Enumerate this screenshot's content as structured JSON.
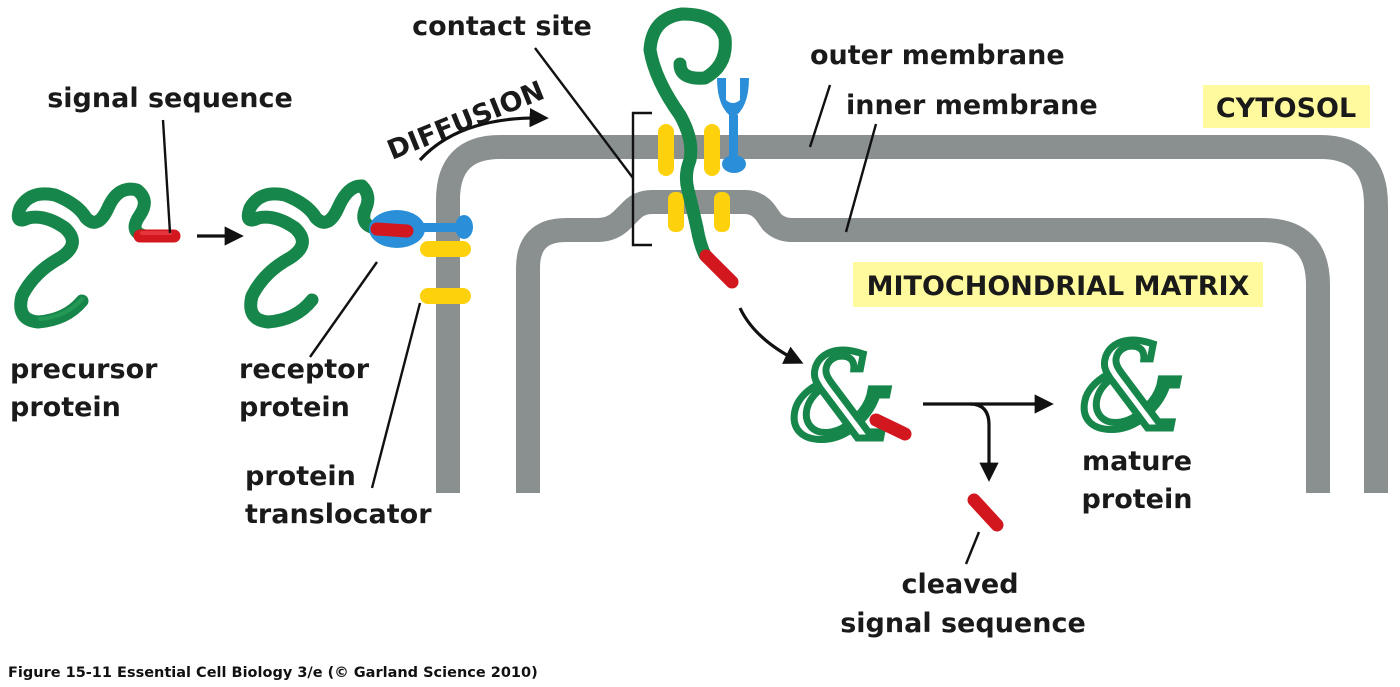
{
  "figure": {
    "caption": "Figure 15-11  Essential Cell Biology 3/e (© Garland Science 2010)"
  },
  "labels": {
    "signal_sequence": "signal sequence",
    "precursor_protein_line1": "precursor",
    "precursor_protein_line2": "protein",
    "receptor_protein_line1": "receptor",
    "receptor_protein_line2": "protein",
    "protein_translocator_line1": "protein",
    "protein_translocator_line2": "translocator",
    "diffusion": "DIFFUSION",
    "contact_site": "contact site",
    "outer_membrane": "outer membrane",
    "inner_membrane": "inner membrane",
    "cytosol": "CYTOSOL",
    "mitochondrial_matrix": "MITOCHONDRIAL MATRIX",
    "mature_protein_line1": "mature",
    "mature_protein_line2": "protein",
    "cleaved_signal_line1": "cleaved",
    "cleaved_signal_line2": "signal sequence"
  },
  "colors": {
    "protein_chain": "#17864a",
    "signal_sequence": "#d3171f",
    "membrane": "#8a9090",
    "translocator": "#fdd20c",
    "receptor": "#2a8fd8",
    "region_highlight": "#fffa9e"
  }
}
